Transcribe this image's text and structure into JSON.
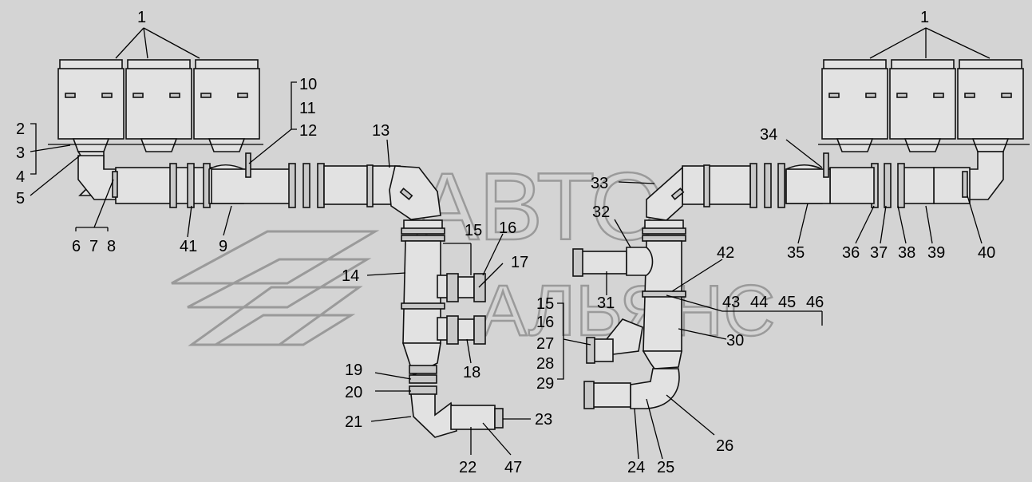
{
  "watermark": {
    "line1": "АВТО",
    "line2": "АЛЬЯНС"
  },
  "labels": {
    "l1a": "1",
    "l1b": "1",
    "l2": "2",
    "l3": "3",
    "l4": "4",
    "l5": "5",
    "l6": "6",
    "l7": "7",
    "l8": "8",
    "l9": "9",
    "l10": "10",
    "l11": "11",
    "l12": "12",
    "l13": "13",
    "l14": "14",
    "l15a": "15",
    "l16a": "16",
    "l17": "17",
    "l18": "18",
    "l19": "19",
    "l20": "20",
    "l21": "21",
    "l22": "22",
    "l23": "23",
    "l24": "24",
    "l25": "25",
    "l26": "26",
    "l15b": "15",
    "l16b": "16",
    "l27": "27",
    "l28": "28",
    "l29": "29",
    "l30": "30",
    "l31": "31",
    "l32": "32",
    "l33": "33",
    "l34": "34",
    "l35": "35",
    "l36": "36",
    "l37": "37",
    "l38": "38",
    "l39": "39",
    "l40": "40",
    "l41": "41",
    "l42": "42",
    "l43": "43",
    "l44": "44",
    "l45": "45",
    "l46": "46",
    "l47": "47"
  }
}
